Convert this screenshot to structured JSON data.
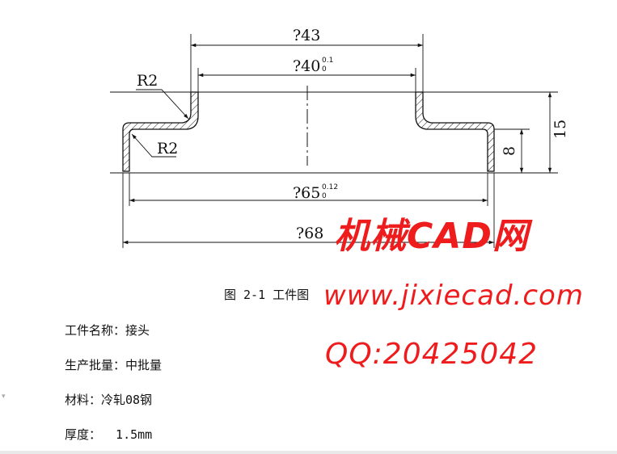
{
  "drawing": {
    "dims": {
      "d43": "?43",
      "d40": "?40",
      "d40_tol_upper": "0.1",
      "d40_tol_lower": "0",
      "d65": "?65",
      "d65_tol_upper": "0.12",
      "d65_tol_lower": "0",
      "d68": "?68",
      "h15": "15",
      "h8": "8",
      "r_top": "R2",
      "r_bottom": "R2"
    },
    "caption": "图 2-1 工件图"
  },
  "info": {
    "name": "工件名称：接头",
    "batch": "生产批量：中批量",
    "material": "材料：冷轧08钢",
    "thickness": "厚度：  1.5mm"
  },
  "watermark": {
    "title": "机械CAD网",
    "url": "www.jixiecad.com",
    "qq": "QQ:20425042",
    "color": "#ee1c1c"
  }
}
